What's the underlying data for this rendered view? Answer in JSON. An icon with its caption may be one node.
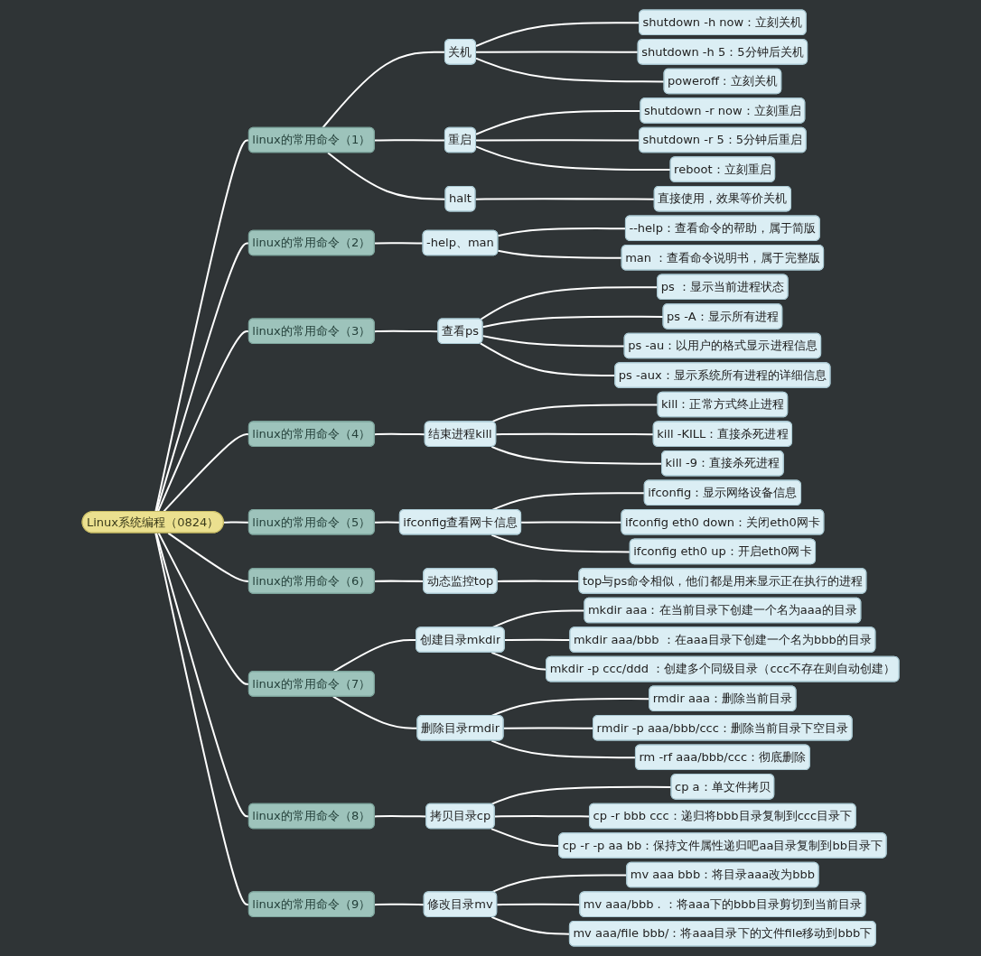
{
  "diagram": {
    "nodes": [
      {
        "text": [
          "Linux系统编程（0824）"
        ]
      },
      {
        "text": [
          "linux的常用命令（1）"
        ]
      },
      {
        "text": [
          "关机"
        ]
      },
      {
        "text": [
          "shutdown -h now：立刻关机"
        ]
      },
      {
        "text": [
          "shutdown -h 5：5分钟后关机"
        ]
      },
      {
        "text": [
          "poweroff : 立刻关机"
        ]
      },
      {
        "text": [
          "重启"
        ]
      },
      {
        "text": [
          "shutdown -r now：立刻重启"
        ]
      },
      {
        "text": [
          "shutdown -r 5：5分钟后重启"
        ]
      },
      {
        "text": [
          "reboot：立刻重启"
        ]
      },
      {
        "text": [
          "halt"
        ]
      },
      {
        "text": [
          "直接使用，效果等价关机"
        ]
      },
      {
        "text": [
          "linux的常用命令（2）"
        ]
      },
      {
        "text": [
          "-help、man"
        ]
      },
      {
        "text": [
          "--help：查看命令的帮助，属于简版"
        ]
      },
      {
        "text": [
          "man ：查看命令说明书，属于完整版"
        ]
      },
      {
        "text": [
          "linux的常用命令（3）"
        ]
      },
      {
        "text": [
          "查看ps"
        ]
      },
      {
        "text": [
          "ps ：显示当前进程状态"
        ]
      },
      {
        "text": [
          "ps -A：显示所有进程"
        ]
      },
      {
        "text": [
          "ps -au：以用户的格式显示进程信息"
        ]
      },
      {
        "text": [
          "ps -aux：显示系统所有进程的详细信息"
        ]
      },
      {
        "text": [
          "linux的常用命令（4）"
        ]
      },
      {
        "text": [
          "结束进程kill"
        ]
      },
      {
        "text": [
          "kill：正常方式终止进程"
        ]
      },
      {
        "text": [
          "kill -KILL：直接杀死进程"
        ]
      },
      {
        "text": [
          "kill -9：直接杀死进程"
        ]
      },
      {
        "text": [
          "linux的常用命令（5）"
        ]
      },
      {
        "text": [
          "ifconfig查看网卡信息"
        ]
      },
      {
        "text": [
          "ifconfig：显示网络设备信息"
        ]
      },
      {
        "text": [
          "ifconfig eth0 down：关闭eth0网卡"
        ]
      },
      {
        "text": [
          "ifconfig eth0 up：开启eth0网卡"
        ]
      },
      {
        "text": [
          "linux的常用命令（6）"
        ]
      },
      {
        "text": [
          "动态监控top"
        ]
      },
      {
        "text": [
          "top与ps命令相似，他们都是用来显示正在执行的进程"
        ]
      },
      {
        "text": [
          "linux的常用命令（7）"
        ]
      },
      {
        "text": [
          "创建目录mkdir"
        ]
      },
      {
        "text": [
          "mkdir aaa：在当前目录下创建一个名为aaa的目录"
        ]
      },
      {
        "text": [
          "mkdir aaa/bbb ：在aaa目录下创建一个名为bbb的目录"
        ]
      },
      {
        "text": [
          "mkdir -p ccc/ddd ：创建多个同级目录（ccc不存在则自动创建）"
        ]
      },
      {
        "text": [
          "删除目录rmdir"
        ]
      },
      {
        "text": [
          "rmdir aaa：删除当前目录"
        ]
      },
      {
        "text": [
          "rmdir -p aaa/bbb/ccc：删除当前目录下空目录"
        ]
      },
      {
        "text": [
          "rm -rf aaa/bbb/ccc：彻底删除"
        ]
      },
      {
        "text": [
          "linux的常用命令（8）"
        ]
      },
      {
        "text": [
          "拷贝目录cp"
        ]
      },
      {
        "text": [
          "cp a：单文件拷贝"
        ]
      },
      {
        "text": [
          "cp -r bbb ccc：递归将bbb目录复制到ccc目录下"
        ]
      },
      {
        "text": [
          "cp -r -p aa bb：保持文件属性递归吧aa目录复制到bb目录下"
        ]
      },
      {
        "text": [
          "linux的常用命令（9）"
        ]
      },
      {
        "text": [
          "修改目录mv"
        ]
      },
      {
        "text": [
          "mv aaa bbb：将目录aaa改为bbb"
        ]
      },
      {
        "text": [
          "mv aaa/bbb . ：将aaa下的bbb目录剪切到当前目录"
        ]
      },
      {
        "text": [
          "mv aaa/file bbb/：将aaa目录下的文件file移动到bbb下"
        ]
      }
    ],
    "edges": [
      {
        "from": 0,
        "to": 1,
        "arrow": "none"
      },
      {
        "from": 1,
        "to": 2,
        "arrow": "none"
      },
      {
        "from": 2,
        "to": 3,
        "arrow": "none"
      },
      {
        "from": 2,
        "to": 4,
        "arrow": "none"
      },
      {
        "from": 2,
        "to": 5,
        "arrow": "none"
      },
      {
        "from": 1,
        "to": 6,
        "arrow": "none"
      },
      {
        "from": 6,
        "to": 7,
        "arrow": "none"
      },
      {
        "from": 6,
        "to": 8,
        "arrow": "none"
      },
      {
        "from": 6,
        "to": 9,
        "arrow": "none"
      },
      {
        "from": 1,
        "to": 10,
        "arrow": "none"
      },
      {
        "from": 10,
        "to": 11,
        "arrow": "none"
      },
      {
        "from": 0,
        "to": 12,
        "arrow": "none"
      },
      {
        "from": 12,
        "to": 13,
        "arrow": "none"
      },
      {
        "from": 13,
        "to": 14,
        "arrow": "none"
      },
      {
        "from": 13,
        "to": 15,
        "arrow": "none"
      },
      {
        "from": 0,
        "to": 16,
        "arrow": "none"
      },
      {
        "from": 16,
        "to": 17,
        "arrow": "none"
      },
      {
        "from": 17,
        "to": 18,
        "arrow": "none"
      },
      {
        "from": 17,
        "to": 19,
        "arrow": "none"
      },
      {
        "from": 17,
        "to": 20,
        "arrow": "none"
      },
      {
        "from": 17,
        "to": 21,
        "arrow": "none"
      },
      {
        "from": 0,
        "to": 22,
        "arrow": "none"
      },
      {
        "from": 22,
        "to": 23,
        "arrow": "none"
      },
      {
        "from": 23,
        "to": 24,
        "arrow": "none"
      },
      {
        "from": 23,
        "to": 25,
        "arrow": "none"
      },
      {
        "from": 23,
        "to": 26,
        "arrow": "none"
      },
      {
        "from": 0,
        "to": 27,
        "arrow": "none"
      },
      {
        "from": 27,
        "to": 28,
        "arrow": "none"
      },
      {
        "from": 28,
        "to": 29,
        "arrow": "none"
      },
      {
        "from": 28,
        "to": 30,
        "arrow": "none"
      },
      {
        "from": 28,
        "to": 31,
        "arrow": "none"
      },
      {
        "from": 0,
        "to": 32,
        "arrow": "none"
      },
      {
        "from": 32,
        "to": 33,
        "arrow": "none"
      },
      {
        "from": 33,
        "to": 34,
        "arrow": "none"
      },
      {
        "from": 0,
        "to": 35,
        "arrow": "none"
      },
      {
        "from": 35,
        "to": 36,
        "arrow": "none"
      },
      {
        "from": 36,
        "to": 37,
        "arrow": "none"
      },
      {
        "from": 36,
        "to": 38,
        "arrow": "none"
      },
      {
        "from": 36,
        "to": 39,
        "arrow": "none"
      },
      {
        "from": 35,
        "to": 40,
        "arrow": "none"
      },
      {
        "from": 40,
        "to": 41,
        "arrow": "none"
      },
      {
        "from": 40,
        "to": 42,
        "arrow": "none"
      },
      {
        "from": 40,
        "to": 43,
        "arrow": "none"
      },
      {
        "from": 0,
        "to": 44,
        "arrow": "none"
      },
      {
        "from": 44,
        "to": 45,
        "arrow": "none"
      },
      {
        "from": 45,
        "to": 46,
        "arrow": "none"
      },
      {
        "from": 45,
        "to": 47,
        "arrow": "none"
      },
      {
        "from": 45,
        "to": 48,
        "arrow": "none"
      },
      {
        "from": 0,
        "to": 49,
        "arrow": "none"
      },
      {
        "from": 49,
        "to": 50,
        "arrow": "none"
      },
      {
        "from": 50,
        "to": 51,
        "arrow": "none"
      },
      {
        "from": 50,
        "to": 52,
        "arrow": "none"
      },
      {
        "from": 50,
        "to": 53,
        "arrow": "none"
      }
    ]
  }
}
